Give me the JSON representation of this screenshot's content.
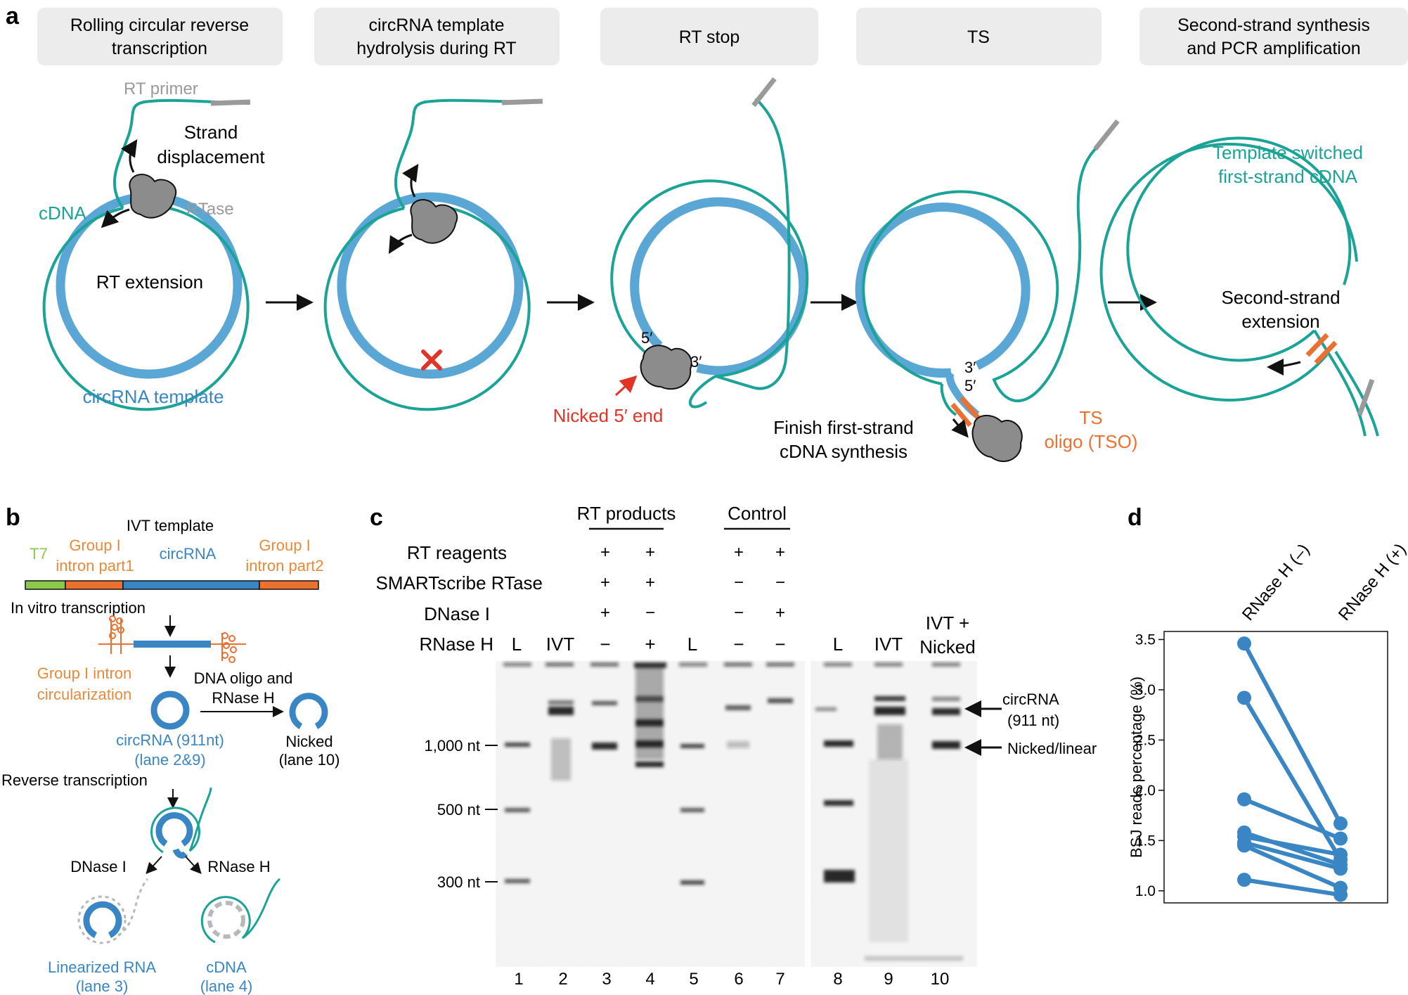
{
  "panel_a": {
    "letter": "a",
    "steps": [
      {
        "l1": "Rolling circular reverse",
        "l2": "transcription"
      },
      {
        "l1": "circRNA template",
        "l2": "hydrolysis during RT"
      },
      {
        "l1": "RT stop",
        "l2": ""
      },
      {
        "l1": "TS",
        "l2": ""
      },
      {
        "l1": "Second-strand synthesis",
        "l2": "and PCR amplification"
      }
    ],
    "rt_primer": "RT primer",
    "strand_l1": "Strand",
    "strand_l2": "displacement",
    "cdna": "cDNA",
    "rtase": "RTase",
    "rt_extension": "RT extension",
    "circrna_template": "circRNA template",
    "five_prime": "5′",
    "three_prime": "3′",
    "nicked_end": "Nicked 5′ end",
    "finish_l1": "Finish first-strand",
    "finish_l2": "cDNA synthesis",
    "ts_l1": "TS",
    "ts_l2": "oligo (TSO)",
    "template_l1": "Template switched",
    "template_l2": "first-strand cDNA",
    "second_l1": "Second-strand",
    "second_l2": "extension"
  },
  "panel_b": {
    "letter": "b",
    "ivt_template": "IVT template",
    "t7": "T7",
    "group1": "Group I",
    "intron_part1": "intron part1",
    "circrna": "circRNA",
    "intron_part2": "intron part2",
    "in_vitro": "In vitro transcription",
    "gi_circ_l1": "Group I intron",
    "gi_circ_l2": "circularization",
    "dna_oligo_l1": "DNA oligo and",
    "dna_oligo_l2": "RNase H",
    "circ_911_l1": "circRNA (911nt)",
    "circ_911_l2": "(lane 2&9)",
    "nicked_l1": "Nicked",
    "nicked_l2": "(lane 10)",
    "rev_tx": "Reverse transcription",
    "dnase": "DNase I",
    "rnaseh": "RNase H",
    "lin_l1": "Linearized RNA",
    "lin_l2": "(lane 3)",
    "cdna_l1": "cDNA",
    "cdna_l2": "(lane 4)"
  },
  "panel_c": {
    "letter": "c",
    "rt_products": "RT products",
    "control": "Control",
    "row_labels": [
      "RT reagents",
      "SMARTscribe RTase",
      "DNase I",
      "RNase H"
    ],
    "signs_rt": [
      [
        "+",
        "+"
      ],
      [
        "+",
        "+"
      ],
      [
        "+",
        "−"
      ]
    ],
    "signs_ctrl": [
      [
        "+",
        "+"
      ],
      [
        "−",
        "−"
      ],
      [
        "−",
        "+"
      ]
    ],
    "lane_heads": [
      "L",
      "IVT",
      "−",
      "+",
      "L",
      "−",
      "−",
      "L",
      "IVT"
    ],
    "ivt_nicked_l1": "IVT +",
    "ivt_nicked_l2": "Nicked",
    "markers": [
      "1,000 nt",
      "500 nt",
      "300 nt"
    ],
    "circ_label_l1": "circRNA",
    "circ_label_l2": "(911 nt)",
    "nicked_label": "Nicked/linear",
    "lane_numbers": [
      "1",
      "2",
      "3",
      "4",
      "5",
      "6",
      "7",
      "8",
      "9",
      "10"
    ]
  },
  "panel_d": {
    "letter": "d"
  },
  "chart_data": {
    "type": "line",
    "categories": [
      "RNase H (–)",
      "RNase H (+)"
    ],
    "ylabel": "BSJ reads percentage (%)",
    "xlabel": "",
    "title": "",
    "ylim": [
      0.88,
      3.58
    ],
    "yticks": [
      "1.0",
      "1.5",
      "2.0",
      "2.5",
      "3.0",
      "3.5"
    ],
    "grid": false,
    "color": "#3a86c4",
    "series": [
      {
        "values": [
          3.46,
          1.67
        ]
      },
      {
        "values": [
          2.92,
          1.31
        ]
      },
      {
        "values": [
          1.91,
          1.52
        ]
      },
      {
        "values": [
          1.58,
          1.26
        ]
      },
      {
        "values": [
          1.54,
          1.36
        ]
      },
      {
        "values": [
          1.48,
          1.22
        ]
      },
      {
        "values": [
          1.45,
          1.03
        ]
      },
      {
        "values": [
          1.11,
          0.96
        ]
      }
    ]
  },
  "colors": {
    "teal": "#1aa396",
    "blue": "#5aa6d5",
    "gray": "#9a9a9a",
    "red": "#e03426",
    "orange": "#ec7030",
    "orange_text": "#e88a3c",
    "green": "#8cc84b",
    "box_bg": "#ececec"
  }
}
